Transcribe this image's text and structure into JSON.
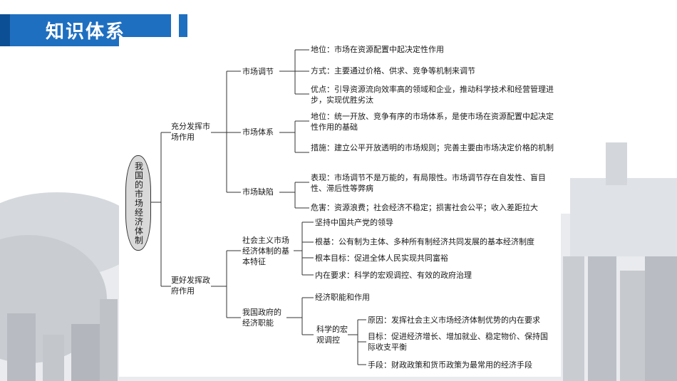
{
  "header": {
    "title": "知识体系"
  },
  "diagram": {
    "root": "我国的市场经济体制",
    "b1": {
      "label": "充分发挥市场作用",
      "c1": {
        "label": "市场调节",
        "leaves": [
          "地位：市场在资源配置中起决定性作用",
          "方式：主要通过价格、供求、竞争等机制来调节",
          "优点：引导资源流向效率高的领域和企业，推动科学技术和经营管理进步，实现优胜劣汰"
        ]
      },
      "c2": {
        "label": "市场体系",
        "leaves": [
          "地位：统一开放、竞争有序的市场体系，是使市场在资源配置中起决定性作用的基础",
          "措施：建立公平开放透明的市场规则；完善主要由市场决定价格的机制"
        ]
      },
      "c3": {
        "label": "市场缺陷",
        "leaves": [
          "表现：市场调节不是万能的，有局限性。市场调节存在自发性、盲目性、滞后性等弊病",
          "危害：资源浪费；社会经济不稳定；损害社会公平；收入差距拉大"
        ]
      }
    },
    "b2": {
      "label": "更好发挥政府作用",
      "c4": {
        "label": "社会主义市场经济体制的基本特征",
        "leaves": [
          "坚持中国共产党的领导",
          "根基：公有制为主体、多种所有制经济共同发展的基本经济制度",
          "根本目标：促进全体人民实现共同富裕",
          "内在要求：科学的宏观调控、有效的政府治理"
        ]
      },
      "c5": {
        "label": "我国政府的经济职能",
        "leaf1": "经济职能和作用",
        "sub": {
          "label": "科学的宏观调控",
          "leaves": [
            "原因：发挥社会主义市场经济体制优势的内在要求",
            "目标：促进经济增长、增加就业、稳定物价、保持国际收支平衡",
            "手段：财政政策和货币政策为最常用的经济手段"
          ]
        }
      }
    }
  }
}
